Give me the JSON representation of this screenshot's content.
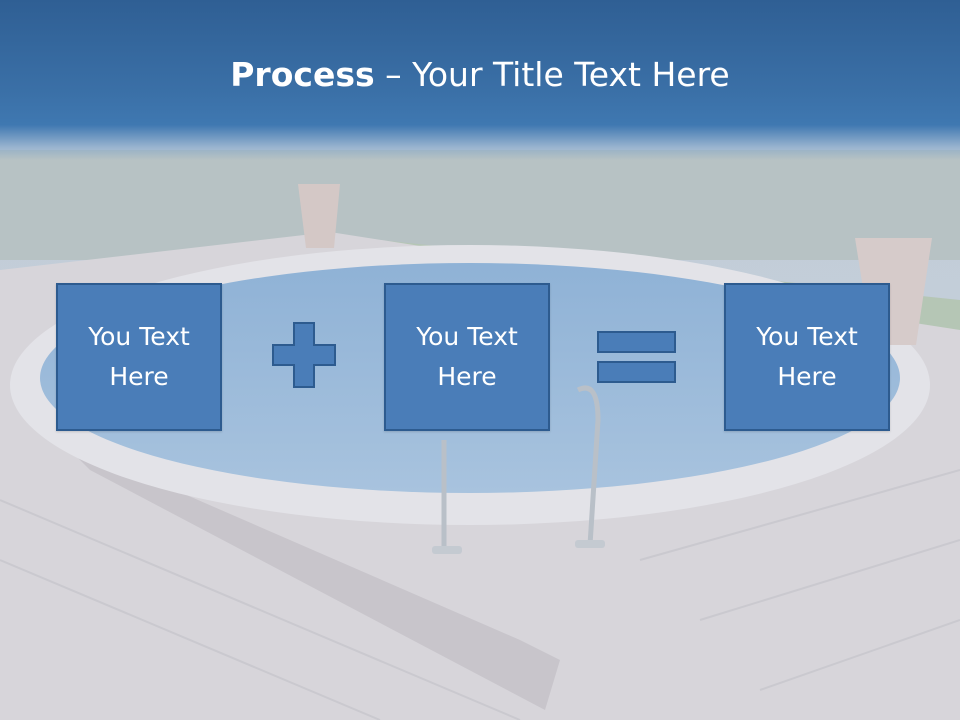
{
  "slide": {
    "title_bold": "Process",
    "title_rest": " – Your Title Text Here"
  },
  "boxes": [
    {
      "label": "You Text Here"
    },
    {
      "label": "You Text Here"
    },
    {
      "label": "You Text Here"
    }
  ],
  "operators": [
    "plus",
    "equals"
  ],
  "colors": {
    "title_band": "#3a6fa6",
    "box_fill": "#4a7db8",
    "box_border": "#2d5b8f",
    "text": "#ffffff"
  }
}
